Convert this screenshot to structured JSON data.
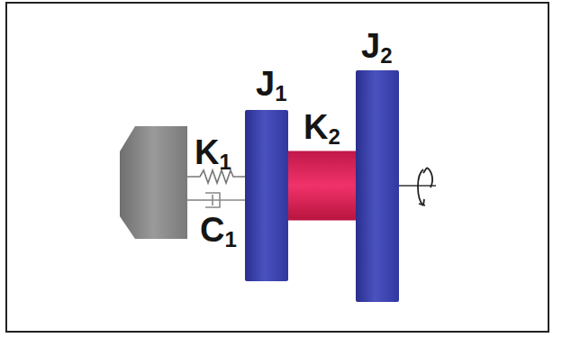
{
  "diagram": {
    "nodes": [
      {
        "text": [
          "J1"
        ]
      },
      {
        "text": [
          "J2"
        ]
      }
    ],
    "edges": [
      {
        "from": 0,
        "to": 1,
        "arrow": "none",
        "label": "K2"
      }
    ],
    "labels": [
      "K1",
      "C1"
    ]
  }
}
